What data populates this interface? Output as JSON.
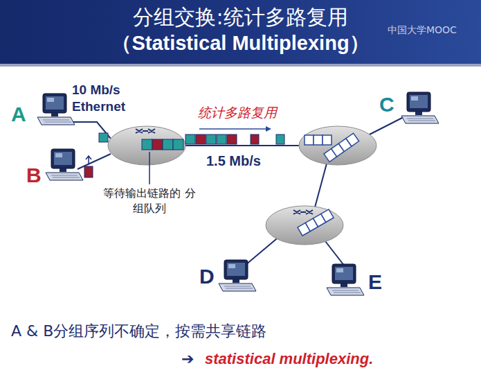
{
  "diagram": {
    "title": "分组交换:统计多路复用",
    "nodes": [
      {
        "text": [
          "A"
        ]
      },
      {
        "text": [
          "B"
        ]
      },
      {
        "text": [
          "C"
        ]
      },
      {
        "text": [
          "D"
        ]
      },
      {
        "text": [
          "E"
        ]
      }
    ],
    "labels": [
      "中国大学MOOC",
      "（Statistical Multiplexing）",
      "10 Mb/s Ethernet",
      "统计多路复用",
      "1.5 Mb/s",
      "等待输出链路的 分组队列",
      "A & B分组序列不确定，按需共享链路",
      "➔",
      "statistical multiplexing."
    ]
  }
}
